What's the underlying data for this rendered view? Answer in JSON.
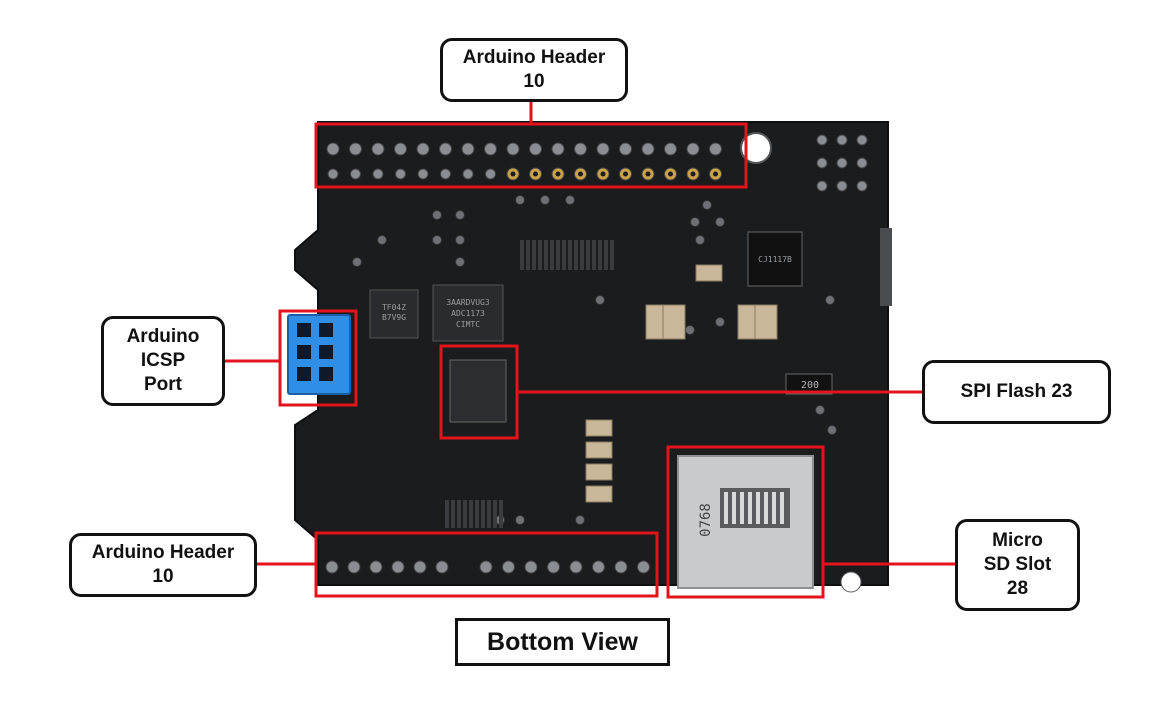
{
  "colors": {
    "board": "#1b1c1e",
    "board_edge": "#0e0f10",
    "highlight": "#e3141b",
    "callout_border": "#111111",
    "icsp_blue": "#2f8fe6",
    "pin": "#8a8d92",
    "gold_pad": "#c9a24a",
    "sd_metal": "#c9cacc"
  },
  "callouts": {
    "top_header": {
      "lines": [
        "Arduino Header",
        "10"
      ]
    },
    "icsp": {
      "lines": [
        "Arduino",
        "ICSP",
        "Port"
      ]
    },
    "spi_flash": {
      "lines": [
        "SPI Flash 23"
      ]
    },
    "bottom_header": {
      "lines": [
        "Arduino Header",
        "10"
      ]
    },
    "sd_slot": {
      "lines": [
        "Micro",
        "SD Slot",
        "28"
      ]
    }
  },
  "chip_markings": {
    "chip_a": [
      "TF04Z",
      "B7V9G"
    ],
    "chip_b": [
      "3AARDVUG3",
      "ADC1173",
      "CIMTC"
    ],
    "regulator": "CJ1117B",
    "resistor": "200",
    "sd_code": "0768"
  },
  "view_label": "Bottom View"
}
